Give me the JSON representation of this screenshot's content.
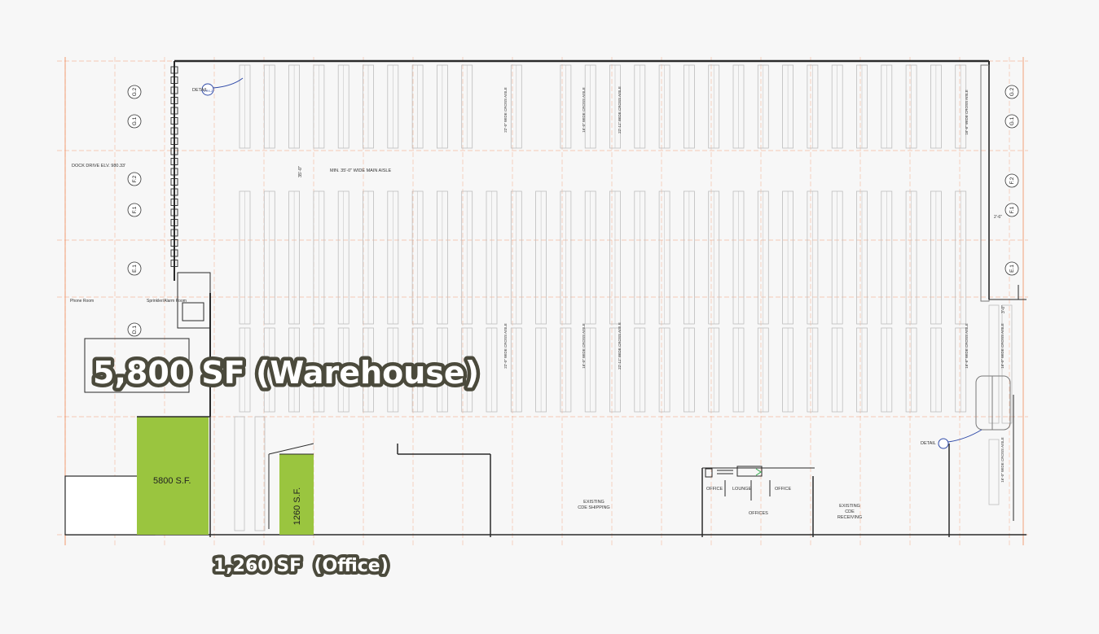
{
  "colors": {
    "background": "#f7f7f7",
    "grid_line": "#f08a5a",
    "wall": "#2a2a2a",
    "rack": "#bdbdbd",
    "highlight_fill": "#9ac53f",
    "label_outline": "#4b4a3c",
    "label_text": "#ffffff",
    "detail_marker": "#2f4aa8"
  },
  "overlay_labels": {
    "warehouse": "5,800 SF (Warehouse)",
    "office": "1,260 SF  (Office)"
  },
  "highlighted_areas": {
    "warehouse_area": "5800 S.F.",
    "office_area": "1260 S.F."
  },
  "grid_bubbles": {
    "left": [
      "G.2",
      "G.1",
      "F.2",
      "F.1",
      "E.1",
      "D.1"
    ],
    "right": [
      "G.2",
      "G.1",
      "F.2",
      "F.1",
      "E.1"
    ]
  },
  "plan_text": {
    "dock_drive": "DOCK DRIVE ELV. 980.33'",
    "detail_top": "DETAIL",
    "detail_top_ref": "5 RX-2",
    "detail_right": "DETAIL",
    "main_aisle": "MIN. 35'-0\" WIDE MAIN AISLE",
    "aisle_dimension": "35'-0\"",
    "phone_room": "Phone Room",
    "sprinkler_room": "Sprinkler/Alarm Room",
    "cross_aisle_top_1": "22'-0\" WIDE CROSS AISLE",
    "cross_aisle_top_2": "16'-0\" WIDE CROSS AISLE",
    "cross_aisle_top_3": "22'-11\" WIDE CROSS AISLE",
    "cross_aisle_bottom_1": "22'-0\" WIDE CROSS AISLE",
    "cross_aisle_bottom_2": "16'-0\" WIDE CROSS AISLE",
    "cross_aisle_bottom_3": "22'-11\" WIDE CROSS AISLE",
    "cross_aisle_right_top": "16'-6\" WIDE CROSS AISLE",
    "cross_aisle_right_mid_1": "16'-6\" WIDE CROSS AISLE",
    "cross_aisle_right_mid_2": "16'-0\" WIDE CROSS AISLE",
    "cross_aisle_right_low": "16'-0\" WIDE CROSS AISLE",
    "dim_right_1": "2'-6\"",
    "dim_right_2": "3'-0\"",
    "existing_shipping": "EXISTING CDE SHIPPING",
    "existing_receiving": "EXISTING CDE RECEIVING",
    "office_1": "OFFICE",
    "lounge": "LOUNGE",
    "office_2": "OFFICE",
    "offices": "OFFICES"
  }
}
